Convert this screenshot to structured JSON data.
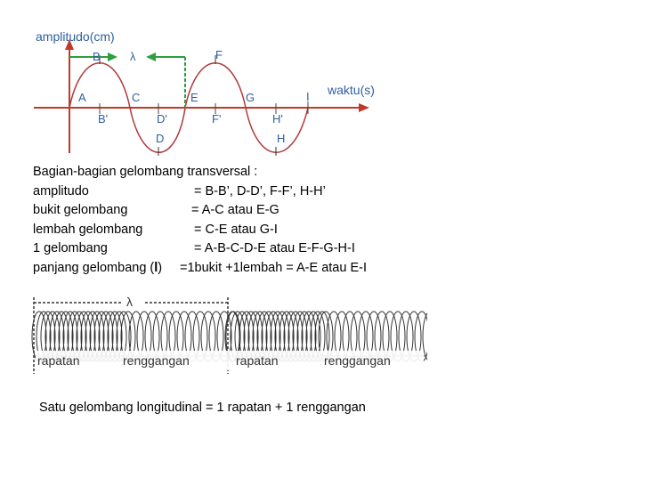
{
  "transverse": {
    "y_axis_label": "amplitudo(cm)",
    "x_axis_label": "waktu(s)",
    "lambda_symbol": "λ",
    "points_top": [
      "B",
      "F"
    ],
    "points_axis": [
      "A",
      "C",
      "E",
      "G",
      "I"
    ],
    "points_projection": [
      "B'",
      "D'",
      "F'",
      "H'"
    ],
    "points_bottom": [
      "D",
      "H"
    ],
    "colors": {
      "axis": "#c0392b",
      "wave": "#b03a3a",
      "arrow": "#2e9e3e",
      "label": "#2f5fa0"
    }
  },
  "definitions": {
    "heading": "Bagian-bagian gelombang transversal :",
    "rows": [
      {
        "term": "amplitudo",
        "value": "= B-B’, D-D’, F-F’, H-H’"
      },
      {
        "term": "bukit gelombang",
        "value": "= A-C atau E-G"
      },
      {
        "term": "lembah gelombang",
        "value": "= C-E  atau G-I"
      },
      {
        "term": "1 gelombang",
        "value": "= A-B-C-D-E  atau E-F-G-H-I"
      },
      {
        "term_prefix": "panjang gelombang (",
        "term_bold": "l",
        "term_suffix": ")",
        "value": "=1bukit +1lembah = A-E atau E-I"
      }
    ]
  },
  "longitudinal": {
    "lambda_symbol": "λ",
    "labels": [
      "rapatan",
      "renggangan",
      "rapatan",
      "renggangan"
    ]
  },
  "footer_text": "Satu gelombang longitudinal = 1 rapatan + 1 renggangan"
}
